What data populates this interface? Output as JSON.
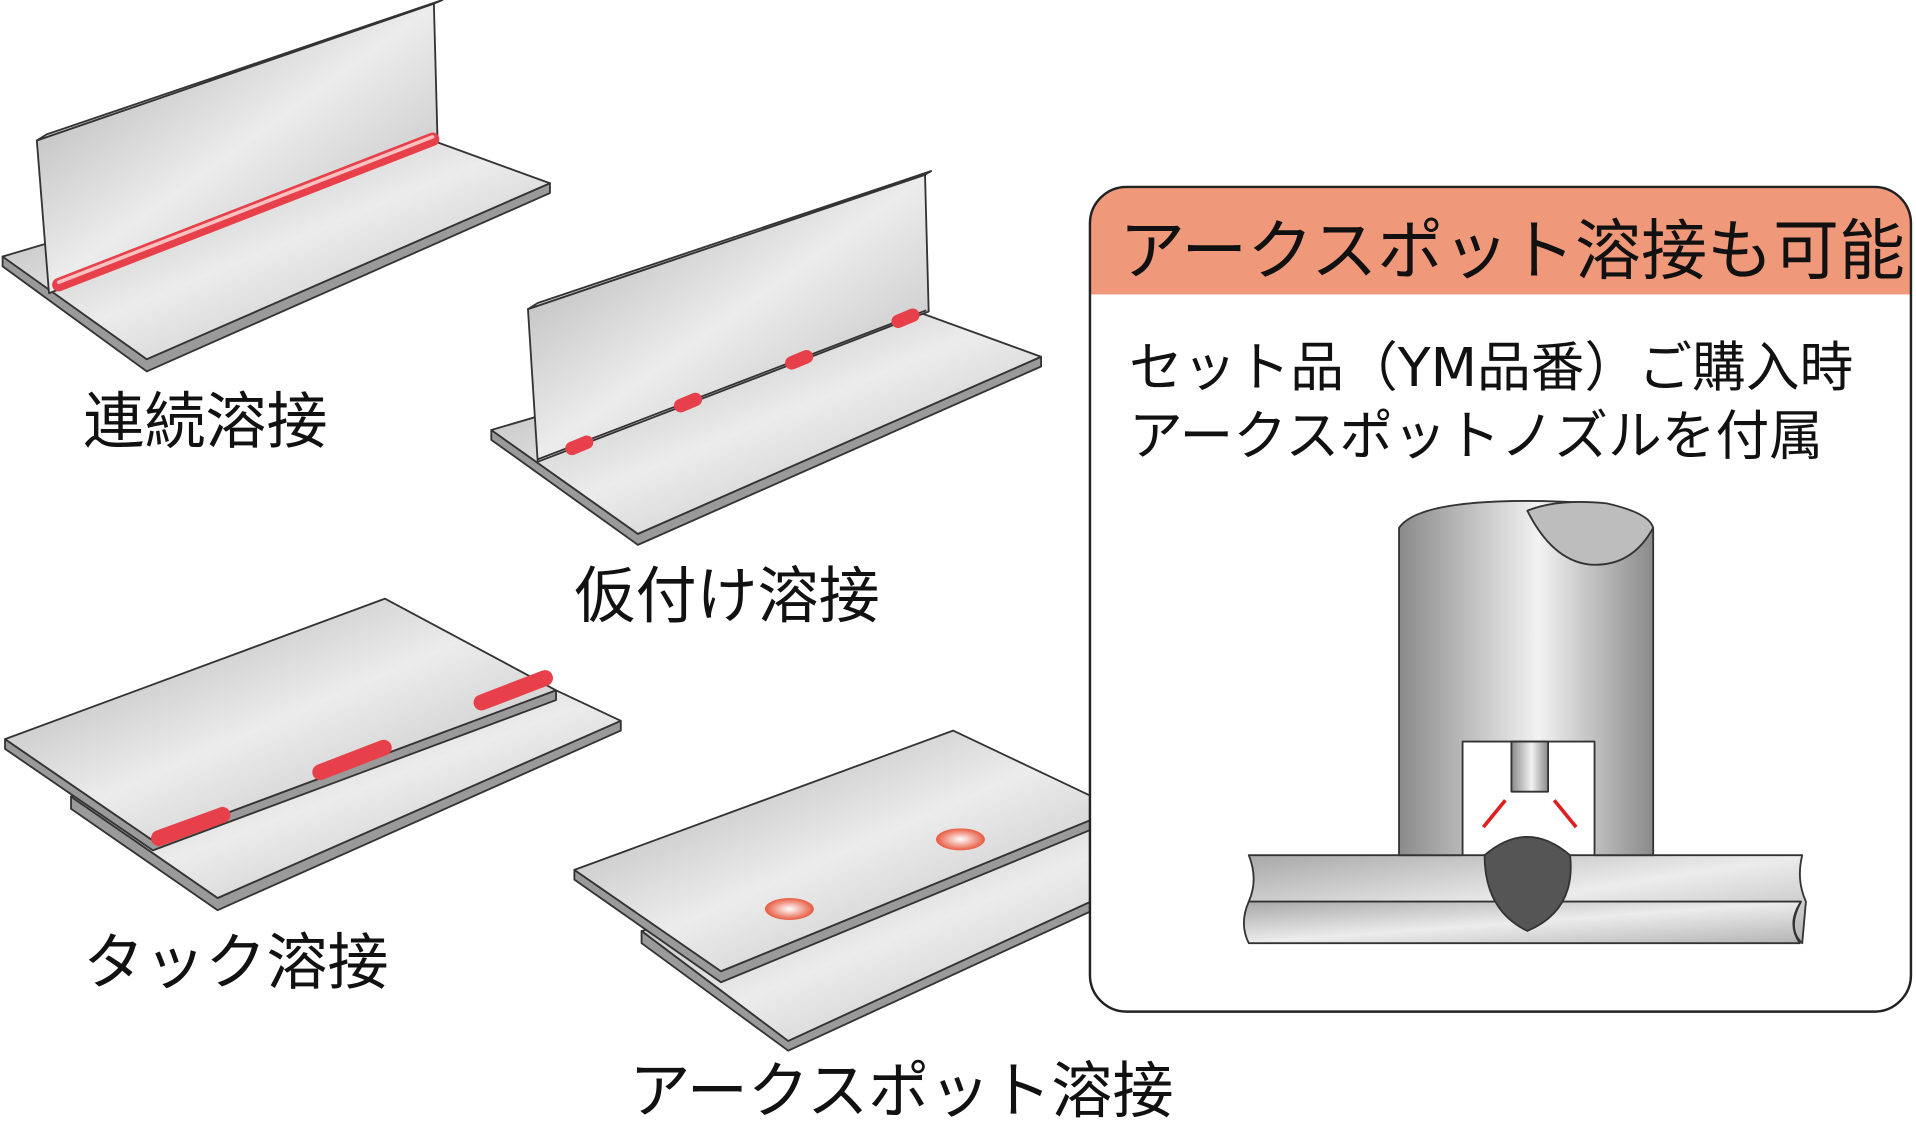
{
  "labels": {
    "continuous": "連続溶接",
    "temporary": "仮付け溶接",
    "tack": "タック溶接",
    "arc_spot": "アークスポット溶接"
  },
  "panel": {
    "title": "アークスポット溶接も可能",
    "line1": "セット品（YM品番）ご購入時",
    "line2": "アークスポットノズルを付属"
  },
  "colors": {
    "panel_header": "#f0997a",
    "weld": "#e8404a",
    "metal": "#c8c8c8"
  }
}
